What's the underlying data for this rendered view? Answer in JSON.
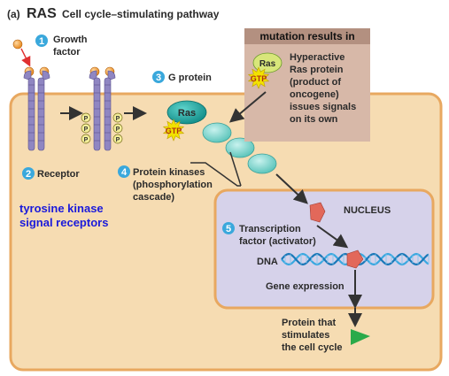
{
  "header": {
    "part": "(a)",
    "title": "RAS",
    "subtitle": "Cell cycle–stimulating pathway"
  },
  "steps": [
    {
      "n": "1",
      "lines": [
        "Growth",
        "factor"
      ]
    },
    {
      "n": "2",
      "lines": [
        "Receptor"
      ]
    },
    {
      "n": "3",
      "lines": [
        "G protein"
      ]
    },
    {
      "n": "4",
      "lines": [
        "Protein kinases",
        "(phosphorylation",
        "cascade)"
      ]
    },
    {
      "n": "5",
      "lines": [
        "Transcription",
        "factor (activator)"
      ]
    }
  ],
  "annotation": {
    "lines": [
      "tyrosine kinase",
      "signal receptors"
    ],
    "color": "#1a1adb"
  },
  "mutation_box": {
    "title": "mutation results in",
    "lines": [
      "Hyperactive",
      "Ras protein",
      "(product of",
      "oncogene)",
      "issues signals",
      "on its own"
    ],
    "ras_label": "Ras",
    "gtp_label": "GTP"
  },
  "molecule_labels": {
    "ras": "Ras",
    "gtp": "GTP",
    "phospho": "P"
  },
  "nucleus_label": "NUCLEUS",
  "dna_label": "DNA",
  "gene_expression_label": "Gene expression",
  "protein_result": {
    "lines": [
      "Protein that",
      "stimulates",
      "the cell cycle"
    ]
  },
  "colors": {
    "cell_fill": "#f6dcb2",
    "cell_border": "#e8a860",
    "nucleus_fill": "#d6d2ea",
    "nucleus_border": "#e8a860",
    "mutation_box": "#d7b8a8",
    "mutation_header": "#b39080",
    "step_circle": "#3aa8dc",
    "receptor": "#8f86c2",
    "ras_green": "#1aa6a0",
    "kinase": "#6fd0c8",
    "gtp_star": "#f2e200",
    "growth_factor": "#f0a040",
    "transcription_factor": "#e2685a",
    "dna": "#3aa8e0",
    "product": "#2aaa4a"
  }
}
